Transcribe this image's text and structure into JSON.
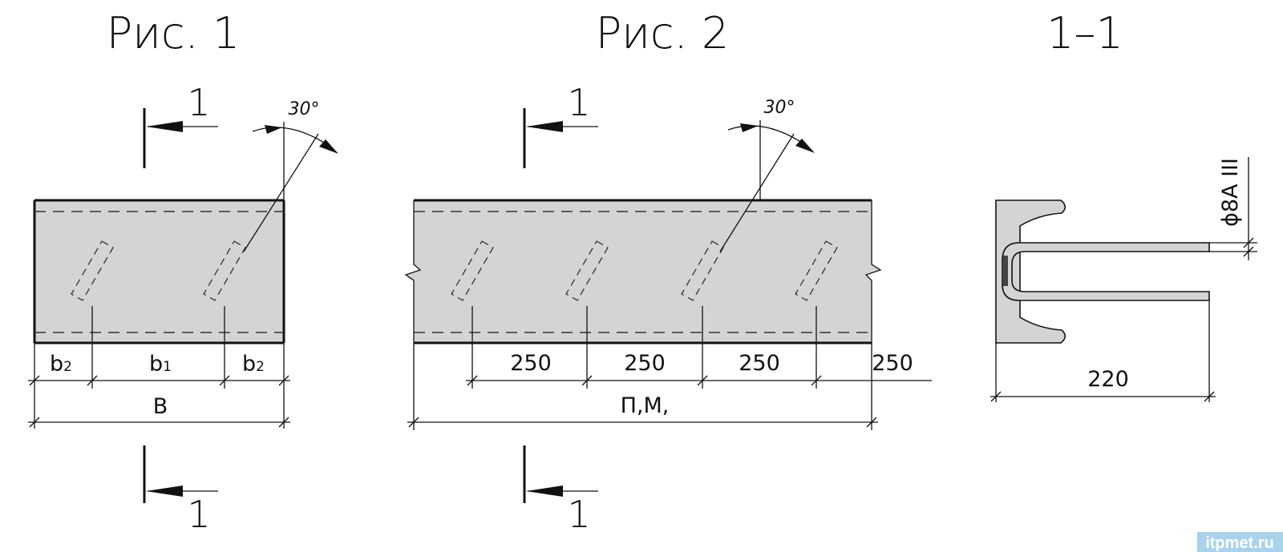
{
  "fig1": {
    "title": "Рис. 1",
    "section_top": "1",
    "section_bottom": "1",
    "angle": "30°",
    "b2_left": "b",
    "b2_left_sub": "2",
    "b1": "b",
    "b1_sub": "1",
    "b2_right": "b",
    "b2_right_sub": "2",
    "width": "B"
  },
  "fig2": {
    "title": "Рис. 2",
    "section_top": "1",
    "section_bottom": "1",
    "angle": "30°",
    "spacing": [
      "250",
      "250",
      "250",
      "250"
    ],
    "length": "П,М,"
  },
  "section": {
    "title": "1–1",
    "rebar": "ϕ8A III",
    "depth": "220"
  },
  "watermark": "itpmet.ru",
  "colors": {
    "fill": "#d4d4d4",
    "line": "#111111",
    "watermark": "#a9d2ec"
  }
}
